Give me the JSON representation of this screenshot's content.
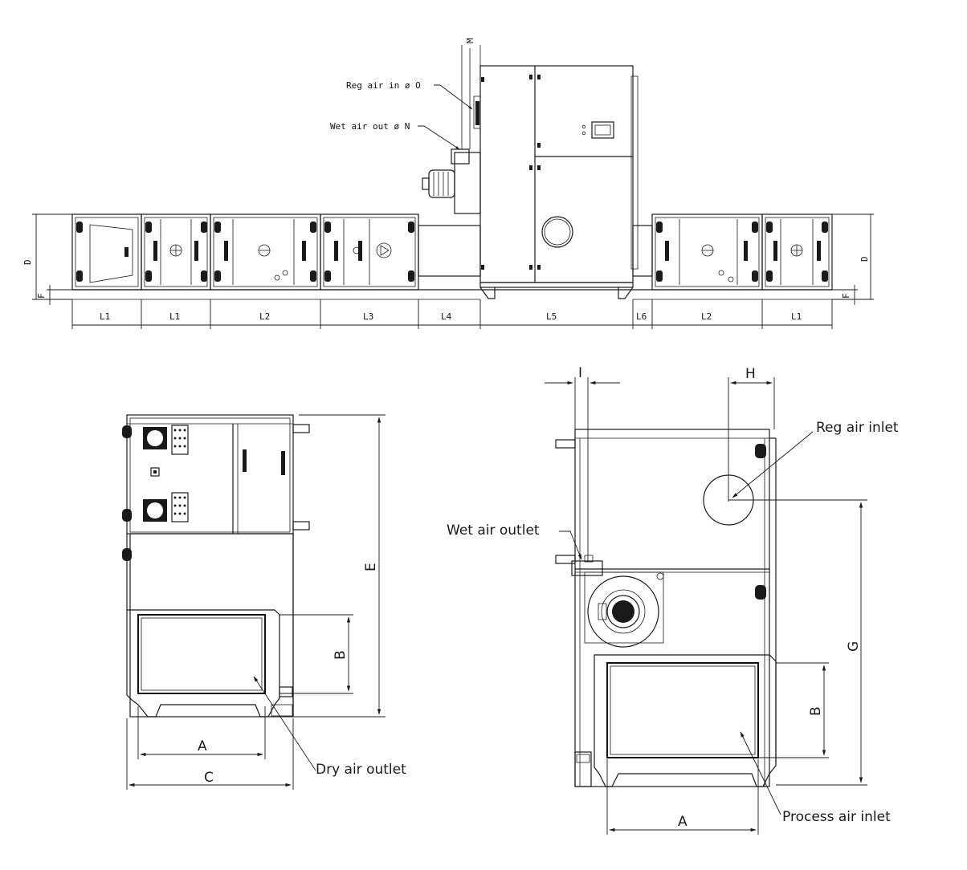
{
  "top_view": {
    "callouts": {
      "reg_air_in": "Reg air in ø O",
      "wet_air_out": "Wet air out ø N",
      "m": "M"
    },
    "dims": {
      "l1a": "L1",
      "l1b": "L1",
      "l2a": "L2",
      "l3": "L3",
      "l4": "L4",
      "l5": "L5",
      "l6": "L6",
      "l2b": "L2",
      "l1c": "L1",
      "d_left": "D",
      "f_left": "F",
      "d_right": "D",
      "f_right": "F"
    }
  },
  "front_view": {
    "dims": {
      "e": "E",
      "b": "B",
      "a": "A",
      "c": "C"
    },
    "labels": {
      "dry_air_outlet": "Dry air outlet"
    }
  },
  "side_view": {
    "dims": {
      "i": "I",
      "h": "H",
      "g": "G",
      "b": "B",
      "a": "A"
    },
    "labels": {
      "reg_air_inlet": "Reg air inlet",
      "wet_air_outlet": "Wet air outlet",
      "process_air_inlet": "Process air inlet"
    }
  }
}
